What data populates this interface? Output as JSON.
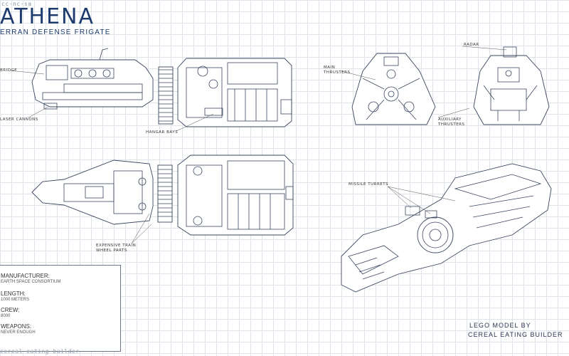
{
  "license": "cc-nc-sa",
  "title": "ATHENA",
  "subtitle": "ERRAN DEFENSE FRIGATE",
  "labels": {
    "bridge": "BRIDGE",
    "laser_cannons": "LASER CANNONS",
    "hangar_bays": "HANGAR BAYS",
    "main_thrusters_1": "MAIN",
    "main_thrusters_2": "THRUSTERS",
    "radar": "RADAR",
    "aux_thrusters_1": "AUXILIARY",
    "aux_thrusters_2": "THRUSTERS",
    "missile_turrets": "MISSILE TURRETS",
    "train_wheels_1": "EXPENSIVE TRAIN",
    "train_wheels_2": "WHEEL PARTS"
  },
  "specs": {
    "manufacturer_label": "MANUFACTURER:",
    "manufacturer_value": "EARTH SPACE CONSORTIUM",
    "length_label": "LENGTH:",
    "length_value": "1000 METERS",
    "crew_label": "CREW:",
    "crew_value": "8000",
    "weapons_label": "WEAPONS:",
    "weapons_value": "NEVER ENOUGH"
  },
  "credit": {
    "line1": "LEGO MODEL BY",
    "line2": "CEREAL EATING BUILDER"
  },
  "watermark": "cereal eating builder"
}
